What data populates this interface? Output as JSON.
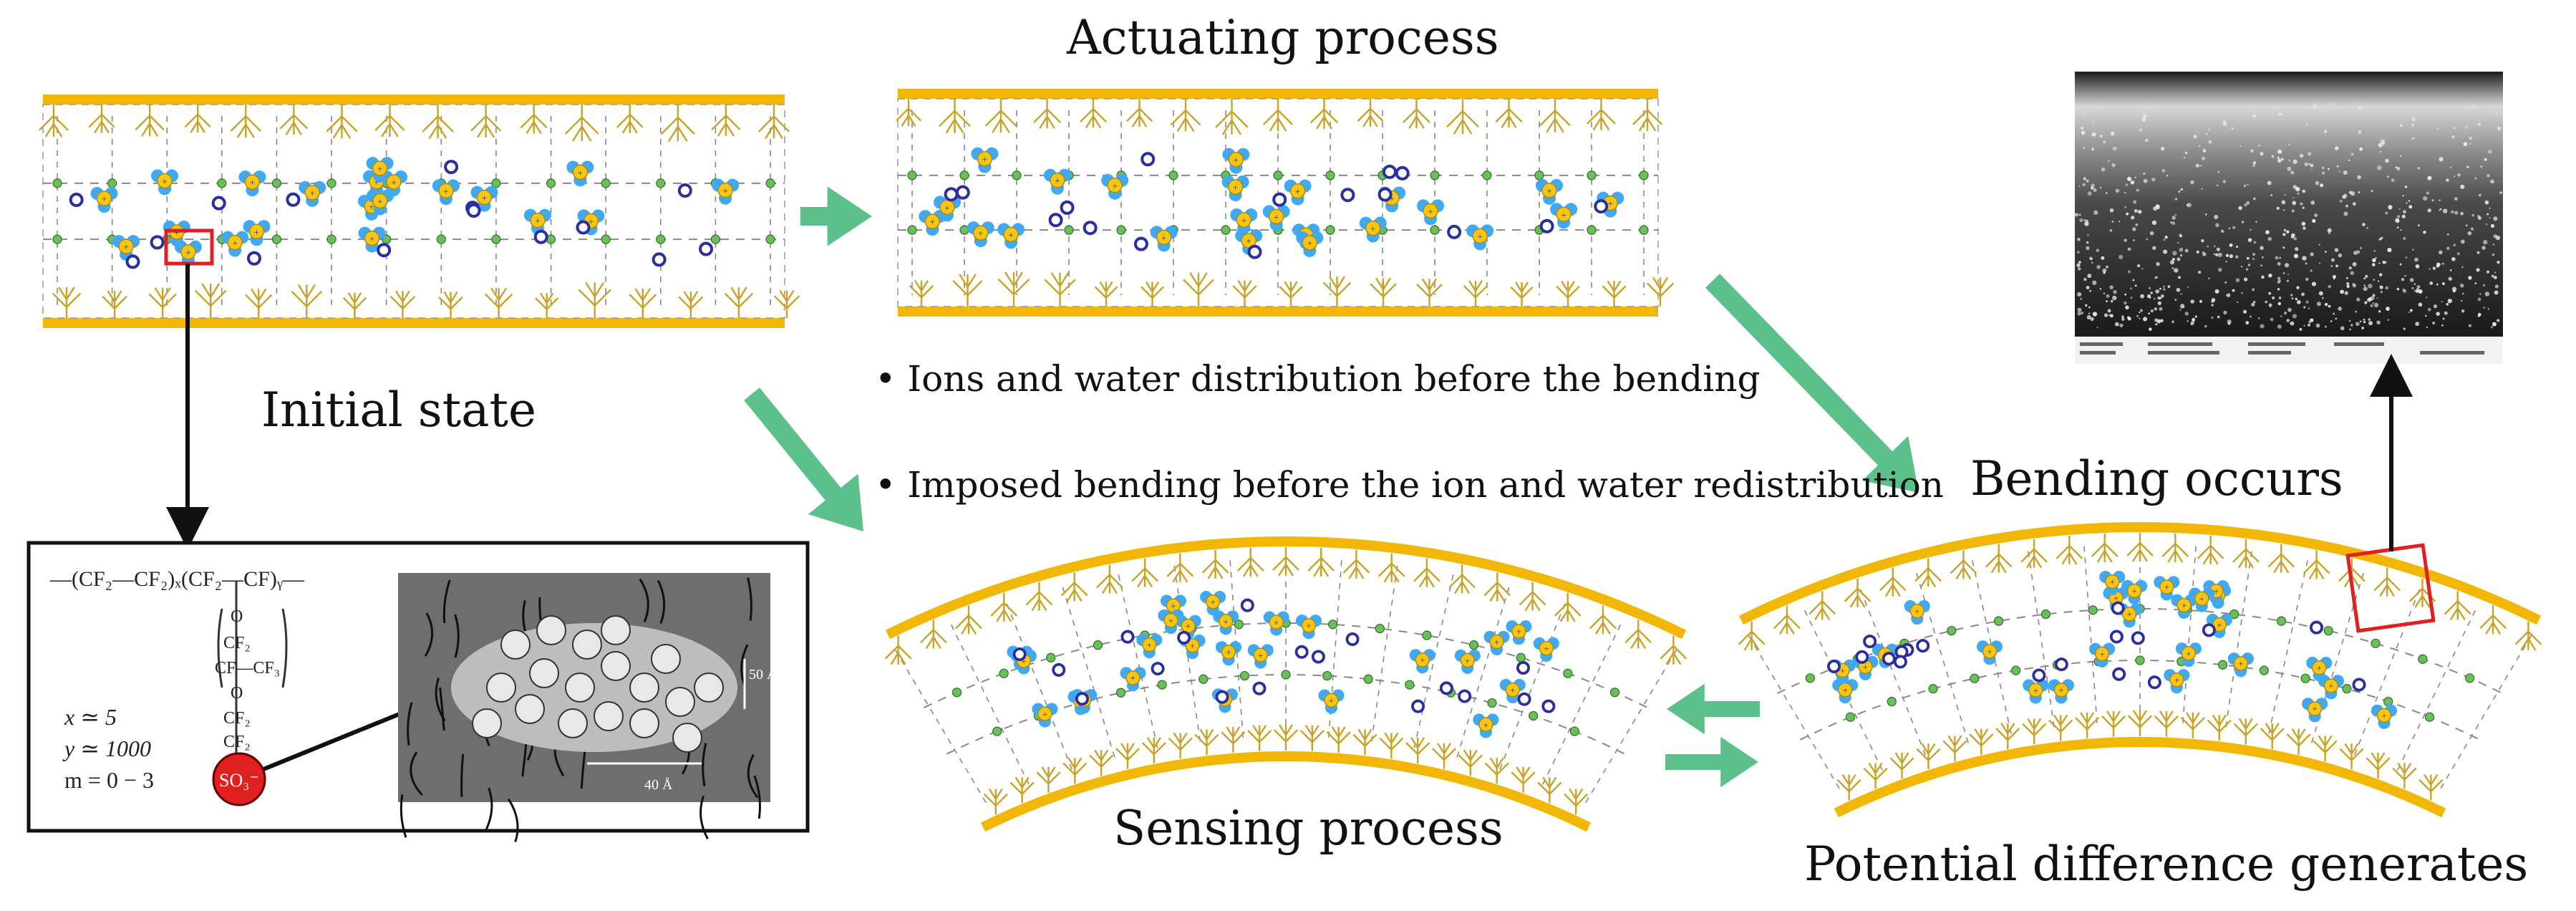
{
  "labels": {
    "actuating": "Actuating process",
    "initial": "Initial state",
    "sensing": "Sensing process",
    "bending": "Bending occurs",
    "potential": "Potential difference generates",
    "bullet1": "Ions and water distribution before the bending",
    "bullet2": "Imposed bending before the ion and water redistribution"
  },
  "chem": {
    "formula_top": "—(CF₂—CF₂)ₓ(CF₂—CF)ᵧ—",
    "x_eq": "x ≃ 5",
    "y_eq": "y ≃ 1000",
    "m_eq": "m = 0 − 3",
    "sulfonate": "SO₃⁻",
    "scale1": "50 Å",
    "scale2": "40 Å"
  },
  "colors": {
    "electrode": "#F2B705",
    "dendrite": "#C9A227",
    "arrow_green": "#5CC08A",
    "cation_yellow": "#F5C518",
    "water_blue": "#3FA9F5",
    "anion_navy": "#2B2E9E",
    "node_green": "#6BBF59",
    "highlight_red": "#E02020"
  }
}
